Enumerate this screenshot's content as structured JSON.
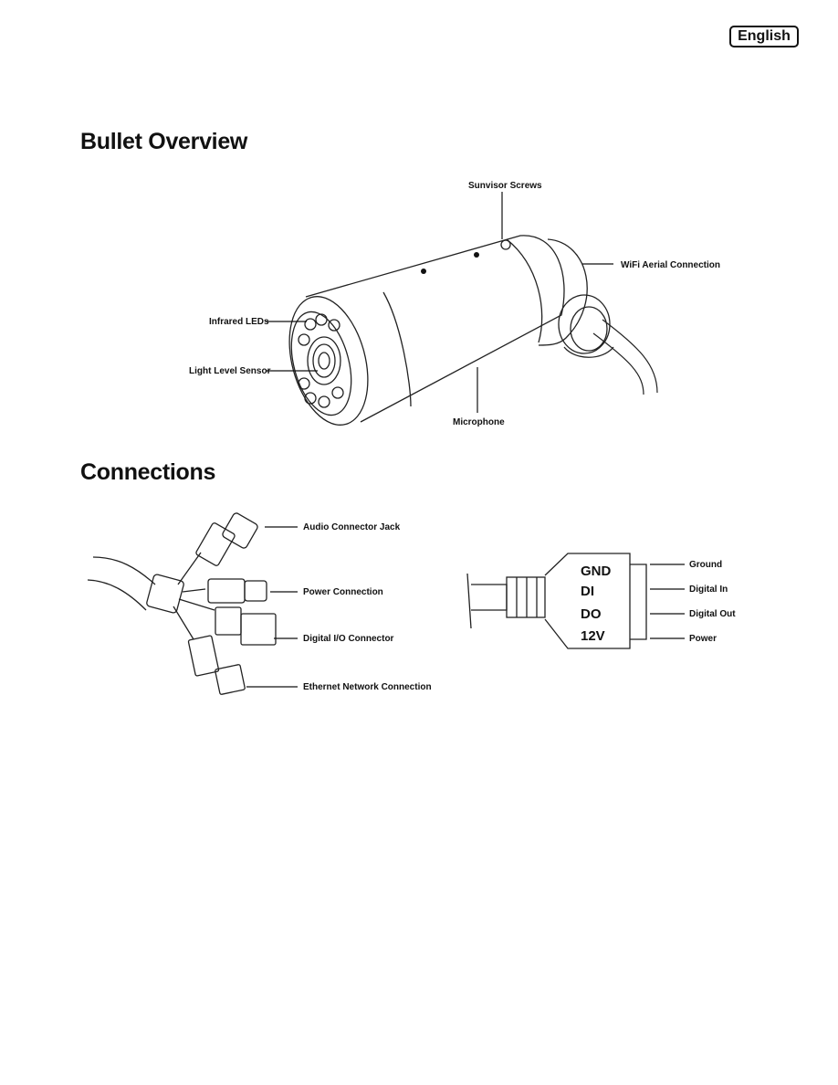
{
  "header": {
    "language_badge": "English"
  },
  "sections": {
    "overview": {
      "title": "Bullet Overview",
      "labels": {
        "sunvisor_screws": "Sunvisor Screws",
        "wifi_aerial": "WiFi Aerial Connection",
        "infrared_leds": "Infrared LEDs",
        "light_sensor": "Light Level Sensor",
        "microphone": "Microphone"
      }
    },
    "connections": {
      "title": "Connections",
      "labels": {
        "audio": "Audio Connector Jack",
        "power": "Power Connection",
        "digital_io": "Digital I/O Connector",
        "ethernet": "Ethernet Network Connection"
      },
      "pins": [
        "GND",
        "DI",
        "DO",
        "12V"
      ],
      "pin_labels": [
        "Ground",
        "Digital In",
        "Digital Out",
        "Power"
      ]
    }
  }
}
